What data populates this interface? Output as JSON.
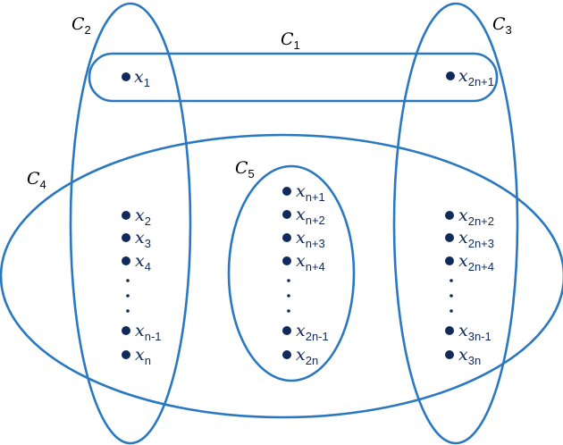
{
  "colors": {
    "set_outline": "#2A78C0",
    "vertex": "#102A5C",
    "set_label": "#000000"
  },
  "sets": [
    {
      "letter": "C",
      "index": "1"
    },
    {
      "letter": "C",
      "index": "2"
    },
    {
      "letter": "C",
      "index": "3"
    },
    {
      "letter": "C",
      "index": "4"
    },
    {
      "letter": "C",
      "index": "5"
    }
  ],
  "vertices": [
    {
      "letter": "x",
      "index": "1"
    },
    {
      "letter": "x",
      "index": "2n+1"
    },
    {
      "letter": "x",
      "index": "2"
    },
    {
      "letter": "x",
      "index": "3"
    },
    {
      "letter": "x",
      "index": "4"
    },
    {
      "letter": "x",
      "index": "n-1"
    },
    {
      "letter": "x",
      "index": "n"
    },
    {
      "letter": "x",
      "index": "n+1"
    },
    {
      "letter": "x",
      "index": "n+2"
    },
    {
      "letter": "x",
      "index": "n+3"
    },
    {
      "letter": "x",
      "index": "n+4"
    },
    {
      "letter": "x",
      "index": "2n-1"
    },
    {
      "letter": "x",
      "index": "2n"
    },
    {
      "letter": "x",
      "index": "2n+2"
    },
    {
      "letter": "x",
      "index": "2n+3"
    },
    {
      "letter": "x",
      "index": "2n+4"
    },
    {
      "letter": "x",
      "index": "3n-1"
    },
    {
      "letter": "x",
      "index": "3n"
    }
  ]
}
